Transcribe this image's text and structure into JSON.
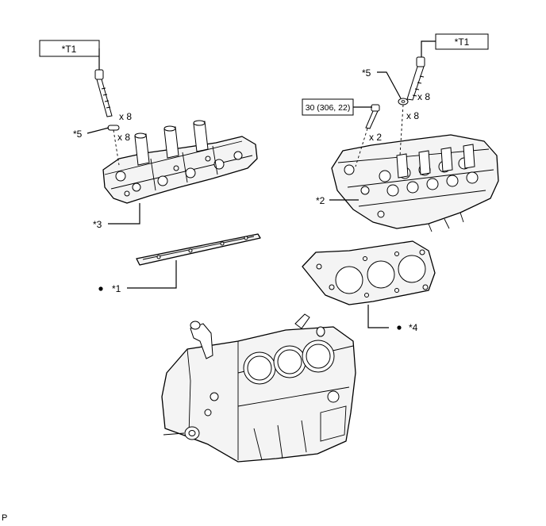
{
  "labels": {
    "t1_left": "*T1",
    "t1_right": "*T1",
    "torque_spec": "30 (306, 22)",
    "qty_left_bolt": "x 8",
    "qty_left_washer": "x 8",
    "qty_right_bolt": "x 8",
    "qty_right_washer": "x 8",
    "qty_small_bolt": "x 2",
    "callout_5_left": "*5",
    "callout_5_right": "*5",
    "callout_3": "*3",
    "callout_2": "*2",
    "callout_1": "*1",
    "callout_4": "*4",
    "corner_letter": "P"
  },
  "colors": {
    "line": "#000000",
    "background": "#ffffff",
    "part_fill": "#f4f4f4"
  },
  "icons": {
    "non_reusable_marker": "filled-dot-icon"
  }
}
